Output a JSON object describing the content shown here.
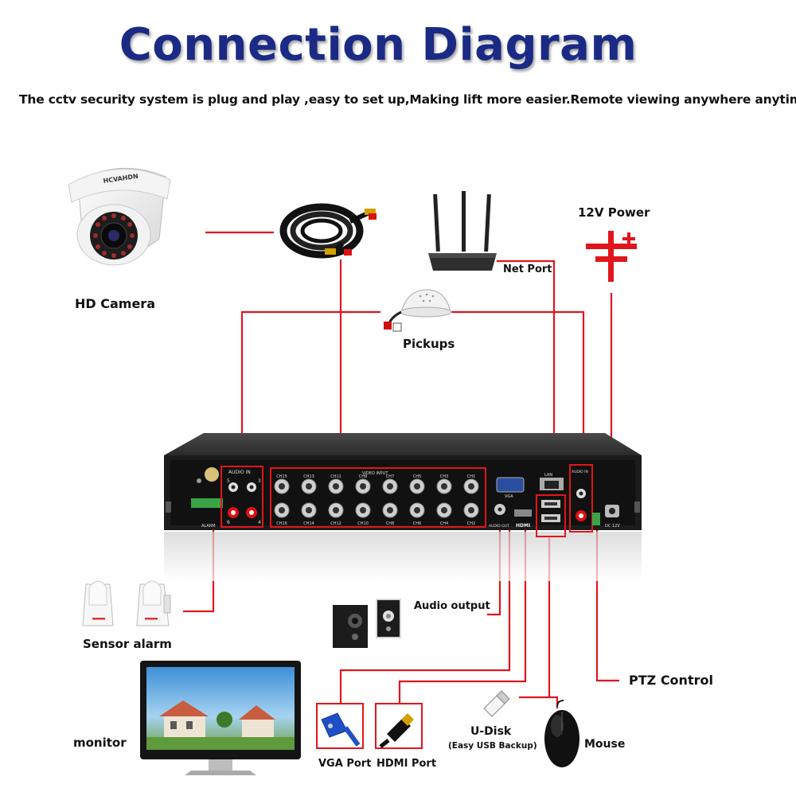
{
  "title": "Connection Diagram",
  "subtitle": "The cctv security system is plug and play ,easy to set up,Making lift more easier.Remote viewing anywhere anytime.",
  "labels": {
    "hd_camera": "HD Camera",
    "power": "12V Power",
    "net_port": "Net Port",
    "pickups": "Pickups",
    "audio_output": "Audio output",
    "sensor_alarm": "Sensor alarm",
    "ptz_control": "PTZ Control",
    "monitor": "monitor",
    "vga_port": "VGA Port",
    "hdmi_port": "HDMI Port",
    "u_disk": "U-Disk",
    "u_disk_note": "(Easy USB Backup)",
    "mouse": "Mouse"
  },
  "camera_brand": "HCVAHDN",
  "dvr_panel": {
    "audio_in_label": "AUDIO IN",
    "video_input_label": "VIDEO INPUT",
    "alarm_label": "ALARM",
    "vga_label": "VGA",
    "lan_label": "LAN",
    "audio_out_label": "AUDIO OUT",
    "hdmi_label": "HDMI",
    "dc_label": "DC 12V",
    "audio_in_right_label": "AUDIO IN",
    "audio_in_numbers": [
      "5",
      "3",
      "6",
      "4"
    ],
    "channels_top": [
      "CH15",
      "CH13",
      "CH11",
      "CH9",
      "CH7",
      "CH5",
      "CH3",
      "CH1"
    ],
    "channels_bottom": [
      "CH16",
      "CH14",
      "CH12",
      "CH10",
      "CH8",
      "CH6",
      "CH4",
      "CH2"
    ]
  },
  "colors": {
    "title": "#1b2a85",
    "wire": "#e0161c",
    "dvr_body": "#2b2b2b",
    "dvr_panel": "#151515"
  },
  "icons": {
    "camera": "dome-camera-icon",
    "cable": "bnc-cable-icon",
    "router": "router-icon",
    "power": "dc-power-symbol-icon",
    "pickup": "microphone-pickup-icon",
    "speakers": "speaker-icon",
    "sensor": "pir-sensor-icon",
    "monitor": "monitor-icon",
    "vga": "vga-cable-icon",
    "hdmi": "hdmi-cable-icon",
    "usb": "usb-stick-icon",
    "mouse": "mouse-icon"
  }
}
